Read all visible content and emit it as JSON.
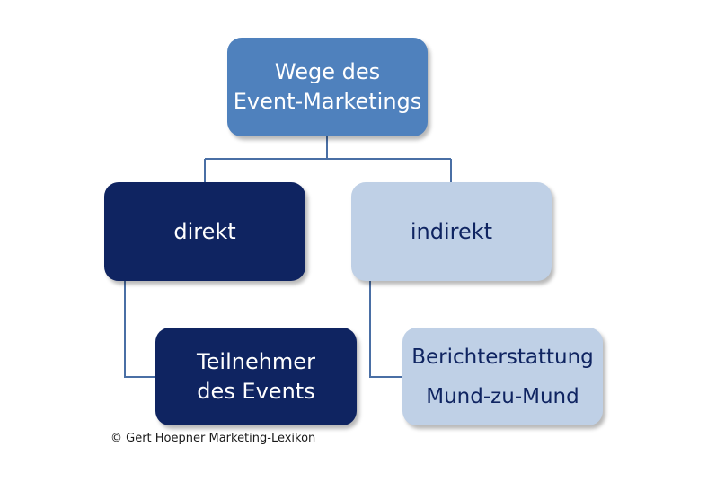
{
  "diagram": {
    "root": {
      "lines": [
        "Wege des",
        "Event-Marketings"
      ]
    },
    "direct": {
      "label": "direkt"
    },
    "indirect": {
      "label": "indirekt"
    },
    "participants": {
      "lines": [
        "Teilnehmer",
        "des Events"
      ]
    },
    "reporting": {
      "lines": [
        "Berichterstattung",
        "Mund-zu-Mund"
      ]
    }
  },
  "copyright": "© Gert Hoepner Marketing-Lexikon",
  "colors": {
    "root_fill": "#4f81bd",
    "root_text": "#ffffff",
    "dark_fill": "#0f2461",
    "dark_text": "#ffffff",
    "light_fill": "#bfd0e6",
    "light_text": "#0f2461",
    "connector": "#4a6fa5"
  }
}
